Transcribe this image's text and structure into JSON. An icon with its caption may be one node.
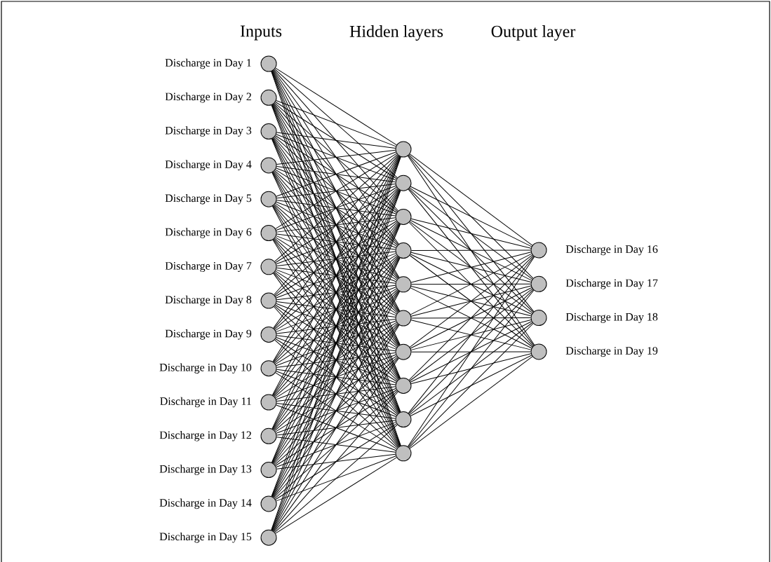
{
  "diagram": {
    "nodes": [
      {
        "text": [],
        "shape": "circle",
        "beside": [
          "Discharge in Day 1"
        ]
      },
      {
        "text": [],
        "shape": "circle",
        "beside": [
          "Discharge in Day 2"
        ]
      },
      {
        "text": [],
        "shape": "circle",
        "beside": [
          "Discharge in Day 3"
        ]
      },
      {
        "text": [],
        "shape": "circle",
        "beside": [
          "Discharge in Day 4"
        ]
      },
      {
        "text": [],
        "shape": "circle",
        "beside": [
          "Discharge in Day 5"
        ]
      },
      {
        "text": [],
        "shape": "circle",
        "beside": [
          "Discharge in Day 6"
        ]
      },
      {
        "text": [],
        "shape": "circle",
        "beside": [
          "Discharge in Day 7"
        ]
      },
      {
        "text": [],
        "shape": "circle",
        "beside": [
          "Discharge in Day 8"
        ]
      },
      {
        "text": [],
        "shape": "circle",
        "beside": [
          "Discharge in Day 9"
        ]
      },
      {
        "text": [],
        "shape": "circle",
        "beside": [
          "Discharge in Day 10"
        ]
      },
      {
        "text": [],
        "shape": "circle",
        "beside": [
          "Discharge in Day 11"
        ]
      },
      {
        "text": [],
        "shape": "circle",
        "beside": [
          "Discharge in Day 12"
        ]
      },
      {
        "text": [],
        "shape": "circle",
        "beside": [
          "Discharge in Day 13"
        ]
      },
      {
        "text": [],
        "shape": "circle",
        "beside": [
          "Discharge in Day 14"
        ]
      },
      {
        "text": [],
        "shape": "circle",
        "beside": [
          "Discharge in Day 15"
        ]
      },
      {
        "text": [],
        "shape": "circle"
      },
      {
        "text": [],
        "shape": "circle"
      },
      {
        "text": [],
        "shape": "circle"
      },
      {
        "text": [],
        "shape": "circle"
      },
      {
        "text": [],
        "shape": "circle"
      },
      {
        "text": [],
        "shape": "circle"
      },
      {
        "text": [],
        "shape": "circle"
      },
      {
        "text": [],
        "shape": "circle"
      },
      {
        "text": [],
        "shape": "circle"
      },
      {
        "text": [],
        "shape": "circle"
      },
      {
        "text": [],
        "shape": "circle",
        "beside": [
          "Discharge in Day 16"
        ]
      },
      {
        "text": [],
        "shape": "circle",
        "beside": [
          "Discharge in Day 17"
        ]
      },
      {
        "text": [],
        "shape": "circle",
        "beside": [
          "Discharge in Day 18"
        ]
      },
      {
        "text": [],
        "shape": "circle",
        "beside": [
          "Discharge in Day 19"
        ]
      }
    ],
    "edges": [
      {
        "from": 0,
        "to": 15,
        "arrow": "none"
      },
      {
        "from": 0,
        "to": 16,
        "arrow": "none"
      },
      {
        "from": 0,
        "to": 17,
        "arrow": "none"
      },
      {
        "from": 0,
        "to": 18,
        "arrow": "none"
      },
      {
        "from": 0,
        "to": 19,
        "arrow": "none"
      },
      {
        "from": 0,
        "to": 20,
        "arrow": "none"
      },
      {
        "from": 0,
        "to": 21,
        "arrow": "none"
      },
      {
        "from": 0,
        "to": 22,
        "arrow": "none"
      },
      {
        "from": 0,
        "to": 23,
        "arrow": "none"
      },
      {
        "from": 0,
        "to": 24,
        "arrow": "none"
      },
      {
        "from": 1,
        "to": 15,
        "arrow": "none"
      },
      {
        "from": 1,
        "to": 16,
        "arrow": "none"
      },
      {
        "from": 1,
        "to": 17,
        "arrow": "none"
      },
      {
        "from": 1,
        "to": 18,
        "arrow": "none"
      },
      {
        "from": 1,
        "to": 19,
        "arrow": "none"
      },
      {
        "from": 1,
        "to": 20,
        "arrow": "none"
      },
      {
        "from": 1,
        "to": 21,
        "arrow": "none"
      },
      {
        "from": 1,
        "to": 22,
        "arrow": "none"
      },
      {
        "from": 1,
        "to": 23,
        "arrow": "none"
      },
      {
        "from": 1,
        "to": 24,
        "arrow": "none"
      },
      {
        "from": 2,
        "to": 15,
        "arrow": "none"
      },
      {
        "from": 2,
        "to": 16,
        "arrow": "none"
      },
      {
        "from": 2,
        "to": 17,
        "arrow": "none"
      },
      {
        "from": 2,
        "to": 18,
        "arrow": "none"
      },
      {
        "from": 2,
        "to": 19,
        "arrow": "none"
      },
      {
        "from": 2,
        "to": 20,
        "arrow": "none"
      },
      {
        "from": 2,
        "to": 21,
        "arrow": "none"
      },
      {
        "from": 2,
        "to": 22,
        "arrow": "none"
      },
      {
        "from": 2,
        "to": 23,
        "arrow": "none"
      },
      {
        "from": 2,
        "to": 24,
        "arrow": "none"
      },
      {
        "from": 3,
        "to": 15,
        "arrow": "none"
      },
      {
        "from": 3,
        "to": 16,
        "arrow": "none"
      },
      {
        "from": 3,
        "to": 17,
        "arrow": "none"
      },
      {
        "from": 3,
        "to": 18,
        "arrow": "none"
      },
      {
        "from": 3,
        "to": 19,
        "arrow": "none"
      },
      {
        "from": 3,
        "to": 20,
        "arrow": "none"
      },
      {
        "from": 3,
        "to": 21,
        "arrow": "none"
      },
      {
        "from": 3,
        "to": 22,
        "arrow": "none"
      },
      {
        "from": 3,
        "to": 23,
        "arrow": "none"
      },
      {
        "from": 3,
        "to": 24,
        "arrow": "none"
      },
      {
        "from": 4,
        "to": 15,
        "arrow": "none"
      },
      {
        "from": 4,
        "to": 16,
        "arrow": "none"
      },
      {
        "from": 4,
        "to": 17,
        "arrow": "none"
      },
      {
        "from": 4,
        "to": 18,
        "arrow": "none"
      },
      {
        "from": 4,
        "to": 19,
        "arrow": "none"
      },
      {
        "from": 4,
        "to": 20,
        "arrow": "none"
      },
      {
        "from": 4,
        "to": 21,
        "arrow": "none"
      },
      {
        "from": 4,
        "to": 22,
        "arrow": "none"
      },
      {
        "from": 4,
        "to": 23,
        "arrow": "none"
      },
      {
        "from": 4,
        "to": 24,
        "arrow": "none"
      },
      {
        "from": 5,
        "to": 15,
        "arrow": "none"
      },
      {
        "from": 5,
        "to": 16,
        "arrow": "none"
      },
      {
        "from": 5,
        "to": 17,
        "arrow": "none"
      },
      {
        "from": 5,
        "to": 18,
        "arrow": "none"
      },
      {
        "from": 5,
        "to": 19,
        "arrow": "none"
      },
      {
        "from": 5,
        "to": 20,
        "arrow": "none"
      },
      {
        "from": 5,
        "to": 21,
        "arrow": "none"
      },
      {
        "from": 5,
        "to": 22,
        "arrow": "none"
      },
      {
        "from": 5,
        "to": 23,
        "arrow": "none"
      },
      {
        "from": 5,
        "to": 24,
        "arrow": "none"
      },
      {
        "from": 6,
        "to": 15,
        "arrow": "none"
      },
      {
        "from": 6,
        "to": 16,
        "arrow": "none"
      },
      {
        "from": 6,
        "to": 17,
        "arrow": "none"
      },
      {
        "from": 6,
        "to": 18,
        "arrow": "none"
      },
      {
        "from": 6,
        "to": 19,
        "arrow": "none"
      },
      {
        "from": 6,
        "to": 20,
        "arrow": "none"
      },
      {
        "from": 6,
        "to": 21,
        "arrow": "none"
      },
      {
        "from": 6,
        "to": 22,
        "arrow": "none"
      },
      {
        "from": 6,
        "to": 23,
        "arrow": "none"
      },
      {
        "from": 6,
        "to": 24,
        "arrow": "none"
      },
      {
        "from": 7,
        "to": 15,
        "arrow": "none"
      },
      {
        "from": 7,
        "to": 16,
        "arrow": "none"
      },
      {
        "from": 7,
        "to": 17,
        "arrow": "none"
      },
      {
        "from": 7,
        "to": 18,
        "arrow": "none"
      },
      {
        "from": 7,
        "to": 19,
        "arrow": "none"
      },
      {
        "from": 7,
        "to": 20,
        "arrow": "none"
      },
      {
        "from": 7,
        "to": 21,
        "arrow": "none"
      },
      {
        "from": 7,
        "to": 22,
        "arrow": "none"
      },
      {
        "from": 7,
        "to": 23,
        "arrow": "none"
      },
      {
        "from": 7,
        "to": 24,
        "arrow": "none"
      },
      {
        "from": 8,
        "to": 15,
        "arrow": "none"
      },
      {
        "from": 8,
        "to": 16,
        "arrow": "none"
      },
      {
        "from": 8,
        "to": 17,
        "arrow": "none"
      },
      {
        "from": 8,
        "to": 18,
        "arrow": "none"
      },
      {
        "from": 8,
        "to": 19,
        "arrow": "none"
      },
      {
        "from": 8,
        "to": 20,
        "arrow": "none"
      },
      {
        "from": 8,
        "to": 21,
        "arrow": "none"
      },
      {
        "from": 8,
        "to": 22,
        "arrow": "none"
      },
      {
        "from": 8,
        "to": 23,
        "arrow": "none"
      },
      {
        "from": 8,
        "to": 24,
        "arrow": "none"
      },
      {
        "from": 9,
        "to": 15,
        "arrow": "none"
      },
      {
        "from": 9,
        "to": 16,
        "arrow": "none"
      },
      {
        "from": 9,
        "to": 17,
        "arrow": "none"
      },
      {
        "from": 9,
        "to": 18,
        "arrow": "none"
      },
      {
        "from": 9,
        "to": 19,
        "arrow": "none"
      },
      {
        "from": 9,
        "to": 20,
        "arrow": "none"
      },
      {
        "from": 9,
        "to": 21,
        "arrow": "none"
      },
      {
        "from": 9,
        "to": 22,
        "arrow": "none"
      },
      {
        "from": 9,
        "to": 23,
        "arrow": "none"
      },
      {
        "from": 9,
        "to": 24,
        "arrow": "none"
      },
      {
        "from": 10,
        "to": 15,
        "arrow": "none"
      },
      {
        "from": 10,
        "to": 16,
        "arrow": "none"
      },
      {
        "from": 10,
        "to": 17,
        "arrow": "none"
      },
      {
        "from": 10,
        "to": 18,
        "arrow": "none"
      },
      {
        "from": 10,
        "to": 19,
        "arrow": "none"
      },
      {
        "from": 10,
        "to": 20,
        "arrow": "none"
      },
      {
        "from": 10,
        "to": 21,
        "arrow": "none"
      },
      {
        "from": 10,
        "to": 22,
        "arrow": "none"
      },
      {
        "from": 10,
        "to": 23,
        "arrow": "none"
      },
      {
        "from": 10,
        "to": 24,
        "arrow": "none"
      },
      {
        "from": 11,
        "to": 15,
        "arrow": "none"
      },
      {
        "from": 11,
        "to": 16,
        "arrow": "none"
      },
      {
        "from": 11,
        "to": 17,
        "arrow": "none"
      },
      {
        "from": 11,
        "to": 18,
        "arrow": "none"
      },
      {
        "from": 11,
        "to": 19,
        "arrow": "none"
      },
      {
        "from": 11,
        "to": 20,
        "arrow": "none"
      },
      {
        "from": 11,
        "to": 21,
        "arrow": "none"
      },
      {
        "from": 11,
        "to": 22,
        "arrow": "none"
      },
      {
        "from": 11,
        "to": 23,
        "arrow": "none"
      },
      {
        "from": 11,
        "to": 24,
        "arrow": "none"
      },
      {
        "from": 12,
        "to": 15,
        "arrow": "none"
      },
      {
        "from": 12,
        "to": 16,
        "arrow": "none"
      },
      {
        "from": 12,
        "to": 17,
        "arrow": "none"
      },
      {
        "from": 12,
        "to": 18,
        "arrow": "none"
      },
      {
        "from": 12,
        "to": 19,
        "arrow": "none"
      },
      {
        "from": 12,
        "to": 20,
        "arrow": "none"
      },
      {
        "from": 12,
        "to": 21,
        "arrow": "none"
      },
      {
        "from": 12,
        "to": 22,
        "arrow": "none"
      },
      {
        "from": 12,
        "to": 23,
        "arrow": "none"
      },
      {
        "from": 12,
        "to": 24,
        "arrow": "none"
      },
      {
        "from": 13,
        "to": 15,
        "arrow": "none"
      },
      {
        "from": 13,
        "to": 16,
        "arrow": "none"
      },
      {
        "from": 13,
        "to": 17,
        "arrow": "none"
      },
      {
        "from": 13,
        "to": 18,
        "arrow": "none"
      },
      {
        "from": 13,
        "to": 19,
        "arrow": "none"
      },
      {
        "from": 13,
        "to": 20,
        "arrow": "none"
      },
      {
        "from": 13,
        "to": 21,
        "arrow": "none"
      },
      {
        "from": 13,
        "to": 22,
        "arrow": "none"
      },
      {
        "from": 13,
        "to": 23,
        "arrow": "none"
      },
      {
        "from": 13,
        "to": 24,
        "arrow": "none"
      },
      {
        "from": 14,
        "to": 15,
        "arrow": "none"
      },
      {
        "from": 14,
        "to": 16,
        "arrow": "none"
      },
      {
        "from": 14,
        "to": 17,
        "arrow": "none"
      },
      {
        "from": 14,
        "to": 18,
        "arrow": "none"
      },
      {
        "from": 14,
        "to": 19,
        "arrow": "none"
      },
      {
        "from": 14,
        "to": 20,
        "arrow": "none"
      },
      {
        "from": 14,
        "to": 21,
        "arrow": "none"
      },
      {
        "from": 14,
        "to": 22,
        "arrow": "none"
      },
      {
        "from": 14,
        "to": 23,
        "arrow": "none"
      },
      {
        "from": 14,
        "to": 24,
        "arrow": "none"
      },
      {
        "from": 15,
        "to": 25,
        "arrow": "none"
      },
      {
        "from": 15,
        "to": 26,
        "arrow": "none"
      },
      {
        "from": 15,
        "to": 27,
        "arrow": "none"
      },
      {
        "from": 15,
        "to": 28,
        "arrow": "none"
      },
      {
        "from": 16,
        "to": 25,
        "arrow": "none"
      },
      {
        "from": 16,
        "to": 26,
        "arrow": "none"
      },
      {
        "from": 16,
        "to": 27,
        "arrow": "none"
      },
      {
        "from": 16,
        "to": 28,
        "arrow": "none"
      },
      {
        "from": 17,
        "to": 25,
        "arrow": "none"
      },
      {
        "from": 17,
        "to": 26,
        "arrow": "none"
      },
      {
        "from": 17,
        "to": 27,
        "arrow": "none"
      },
      {
        "from": 17,
        "to": 28,
        "arrow": "none"
      },
      {
        "from": 18,
        "to": 25,
        "arrow": "none"
      },
      {
        "from": 18,
        "to": 26,
        "arrow": "none"
      },
      {
        "from": 18,
        "to": 27,
        "arrow": "none"
      },
      {
        "from": 18,
        "to": 28,
        "arrow": "none"
      },
      {
        "from": 19,
        "to": 25,
        "arrow": "none"
      },
      {
        "from": 19,
        "to": 26,
        "arrow": "none"
      },
      {
        "from": 19,
        "to": 27,
        "arrow": "none"
      },
      {
        "from": 19,
        "to": 28,
        "arrow": "none"
      },
      {
        "from": 20,
        "to": 25,
        "arrow": "none"
      },
      {
        "from": 20,
        "to": 26,
        "arrow": "none"
      },
      {
        "from": 20,
        "to": 27,
        "arrow": "none"
      },
      {
        "from": 20,
        "to": 28,
        "arrow": "none"
      },
      {
        "from": 21,
        "to": 25,
        "arrow": "none"
      },
      {
        "from": 21,
        "to": 26,
        "arrow": "none"
      },
      {
        "from": 21,
        "to": 27,
        "arrow": "none"
      },
      {
        "from": 21,
        "to": 28,
        "arrow": "none"
      },
      {
        "from": 22,
        "to": 25,
        "arrow": "none"
      },
      {
        "from": 22,
        "to": 26,
        "arrow": "none"
      },
      {
        "from": 22,
        "to": 27,
        "arrow": "none"
      },
      {
        "from": 22,
        "to": 28,
        "arrow": "none"
      },
      {
        "from": 23,
        "to": 25,
        "arrow": "none"
      },
      {
        "from": 23,
        "to": 26,
        "arrow": "none"
      },
      {
        "from": 23,
        "to": 27,
        "arrow": "none"
      },
      {
        "from": 23,
        "to": 28,
        "arrow": "none"
      },
      {
        "from": 24,
        "to": 25,
        "arrow": "none"
      },
      {
        "from": 24,
        "to": 26,
        "arrow": "none"
      },
      {
        "from": 24,
        "to": 27,
        "arrow": "none"
      },
      {
        "from": 24,
        "to": 28,
        "arrow": "none"
      }
    ],
    "labels": [
      "Inputs",
      "Hidden layers",
      "Output layer"
    ]
  }
}
